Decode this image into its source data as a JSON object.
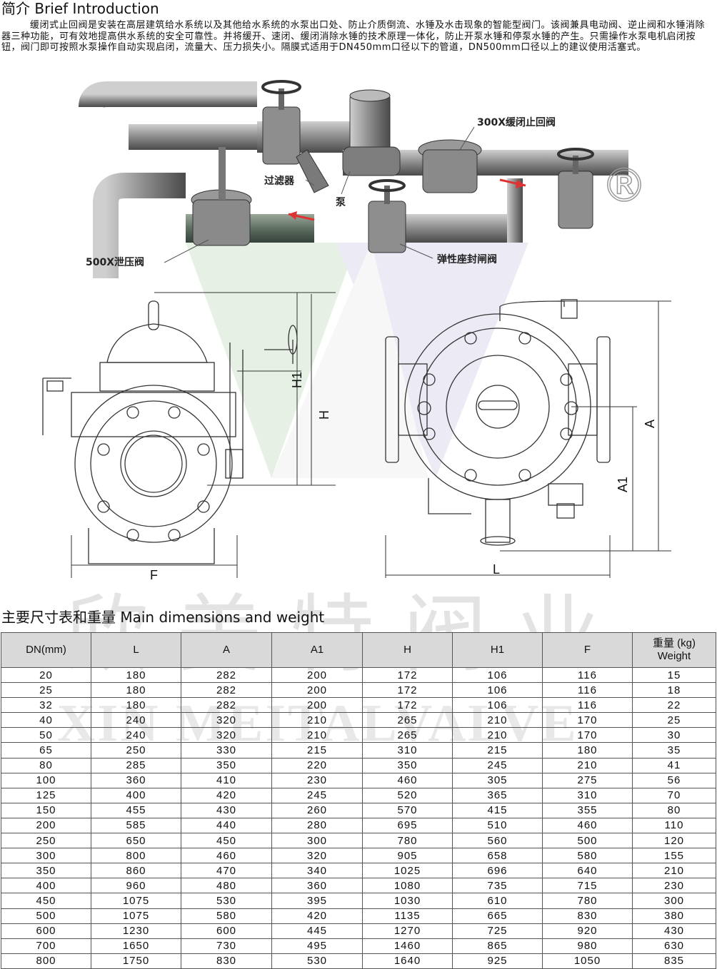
{
  "intro": {
    "heading": "简介 Brief Introduction",
    "text": "缓闭式止回阀是安装在高层建筑给水系统以及其他给水系统的水泵出口处、防止介质倒流、水锤及水击现象的智能型阀门。该阀兼具电动阀、逆止阀和水锤消除器三种功能，可有效地提高供水系统的安全可靠性。并将缓开、速闭、缓闭消除水锤的技术原理一体化，防止开泵水锤和停泵水锤的产生。只需操作水泵电机启闭按钮，阀门即可按照水泵操作自动实现启闭，流量大、压力损失小。隔膜式适用于DN450mm口径以下的管道，DN500mm口径以上的建议使用活塞式。"
  },
  "figure": {
    "labels": {
      "check_valve": "300X缓闭止回阀",
      "filter": "过滤器",
      "pump": "泵",
      "relief_valve": "500X泄压阀",
      "gate_valve": "弹性座封闸阀",
      "registered": "®"
    },
    "dims": {
      "h1": "H1",
      "h": "H",
      "f": "F",
      "a": "A",
      "a1": "A1",
      "l": "L"
    }
  },
  "watermark": {
    "cn": "欣美特阀业",
    "en": "XIN MEITALVALVE"
  },
  "table": {
    "heading": "主要尺寸表和重量 Main dimensions and weight",
    "headers": [
      "DN(mm)",
      "L",
      "A",
      "A1",
      "H",
      "H1",
      "F"
    ],
    "weight_header_cn": "重量 (kg)",
    "weight_header_en": "Weight",
    "rows": [
      [
        "20",
        "180",
        "282",
        "200",
        "172",
        "106",
        "116",
        "15"
      ],
      [
        "25",
        "180",
        "282",
        "200",
        "172",
        "106",
        "116",
        "18"
      ],
      [
        "32",
        "180",
        "282",
        "200",
        "172",
        "106",
        "116",
        "22"
      ],
      [
        "40",
        "240",
        "320",
        "210",
        "265",
        "210",
        "170",
        "25"
      ],
      [
        "50",
        "240",
        "320",
        "210",
        "265",
        "210",
        "170",
        "30"
      ],
      [
        "65",
        "250",
        "330",
        "215",
        "310",
        "215",
        "180",
        "35"
      ],
      [
        "80",
        "285",
        "350",
        "220",
        "350",
        "245",
        "210",
        "41"
      ],
      [
        "100",
        "360",
        "410",
        "230",
        "460",
        "305",
        "275",
        "56"
      ],
      [
        "125",
        "400",
        "420",
        "245",
        "520",
        "365",
        "310",
        "70"
      ],
      [
        "150",
        "455",
        "430",
        "260",
        "570",
        "415",
        "355",
        "80"
      ],
      [
        "200",
        "585",
        "440",
        "280",
        "695",
        "510",
        "460",
        "110"
      ],
      [
        "250",
        "650",
        "450",
        "300",
        "780",
        "560",
        "500",
        "120"
      ],
      [
        "300",
        "800",
        "460",
        "320",
        "905",
        "658",
        "580",
        "155"
      ],
      [
        "350",
        "860",
        "470",
        "340",
        "1025",
        "696",
        "640",
        "210"
      ],
      [
        "400",
        "960",
        "480",
        "360",
        "1080",
        "735",
        "715",
        "230"
      ],
      [
        "450",
        "1075",
        "530",
        "395",
        "1030",
        "610",
        "780",
        "300"
      ],
      [
        "500",
        "1075",
        "580",
        "420",
        "1135",
        "665",
        "830",
        "380"
      ],
      [
        "600",
        "1230",
        "600",
        "445",
        "1270",
        "725",
        "920",
        "430"
      ],
      [
        "700",
        "1650",
        "730",
        "495",
        "1460",
        "865",
        "980",
        "630"
      ],
      [
        "800",
        "1750",
        "830",
        "530",
        "1640",
        "925",
        "1050",
        "835"
      ]
    ]
  }
}
